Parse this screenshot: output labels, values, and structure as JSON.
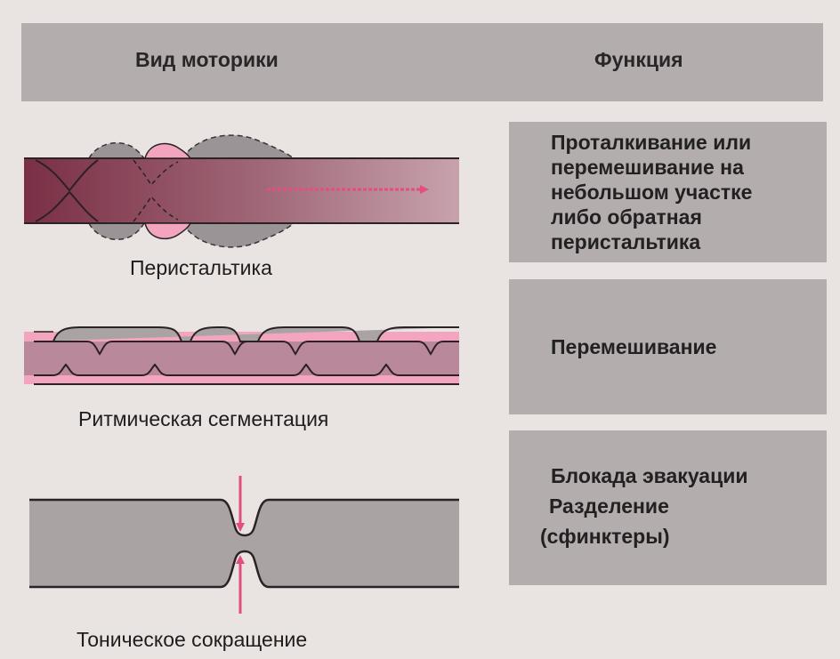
{
  "header": {
    "left": "Вид моторики",
    "right": "Функция"
  },
  "rows": [
    {
      "caption": "Перистальтика",
      "function_lines": [
        "Проталкивание или",
        "перемешивание на",
        "небольшом участке",
        "либо обратная",
        "перистальтика"
      ]
    },
    {
      "caption": "Ритмическая сегментация",
      "function_lines": [
        "Перемешивание"
      ]
    },
    {
      "caption": "Тоническое сокращение",
      "function_lines": [
        "Блокада эвакуации",
        "Разделение",
        "(сфинктеры)"
      ]
    }
  ],
  "colors": {
    "header_gray": "#b3adae",
    "tube_dark": "#8b3d52",
    "tube_mid": "#b98a96",
    "pink": "#f3a4bf",
    "gray_tube": "#a9a3a4",
    "arrow": "#e24f7c"
  }
}
